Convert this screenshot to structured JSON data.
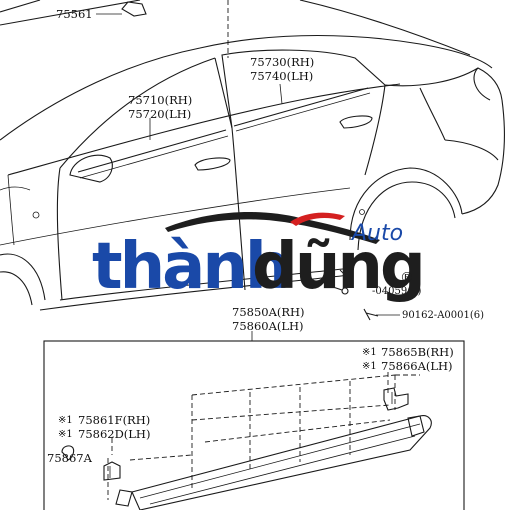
{
  "parts": {
    "p75561": "75561",
    "p75730": "75730(RH)",
    "p75740": "75740(LH)",
    "p75710": "75710(RH)",
    "p75720": "75720(LH)",
    "p04059": "-04059(6)",
    "p90162": "90162-A0001(6)",
    "p75850a": "75850A(RH)",
    "p75860a": "75860A(LH)",
    "p75865b": "75865B(RH)",
    "p75866a": "75866A(LH)",
    "p75861f": "75861F(RH)",
    "p75862d": "75862D(LH)",
    "p75867a": "75867A",
    "mark1": "※1"
  },
  "watermark": {
    "brand_part1": "thành",
    "brand_part2": "dũng",
    "brand_auto": "Auto",
    "registered": "®",
    "color_blue": "#1a49a8",
    "color_dark": "#1e1e1e",
    "color_red": "#d42020"
  }
}
